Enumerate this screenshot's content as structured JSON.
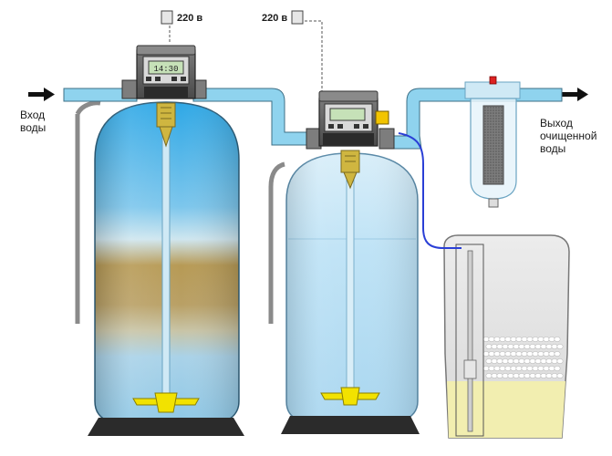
{
  "labels": {
    "inlet": [
      "Вход",
      "воды"
    ],
    "outlet": [
      "Выход",
      "очищенной",
      "воды"
    ],
    "power_left": "220 в",
    "power_right": "220 в"
  },
  "controllers": {
    "left_display": "14:30",
    "right_display": ""
  },
  "colors": {
    "pipe": "#8fd3ee",
    "pipe_stroke": "#3d6f86",
    "water_top": "#2fa8e6",
    "filter_media": "#b79a55",
    "softener_water": "#bfe3f6",
    "brine": "#f2eeb0",
    "drain_line": "#2a3fd6",
    "riser": "#cfe9f5",
    "distributor": "#f2e200",
    "base": "#2b2b2b"
  }
}
